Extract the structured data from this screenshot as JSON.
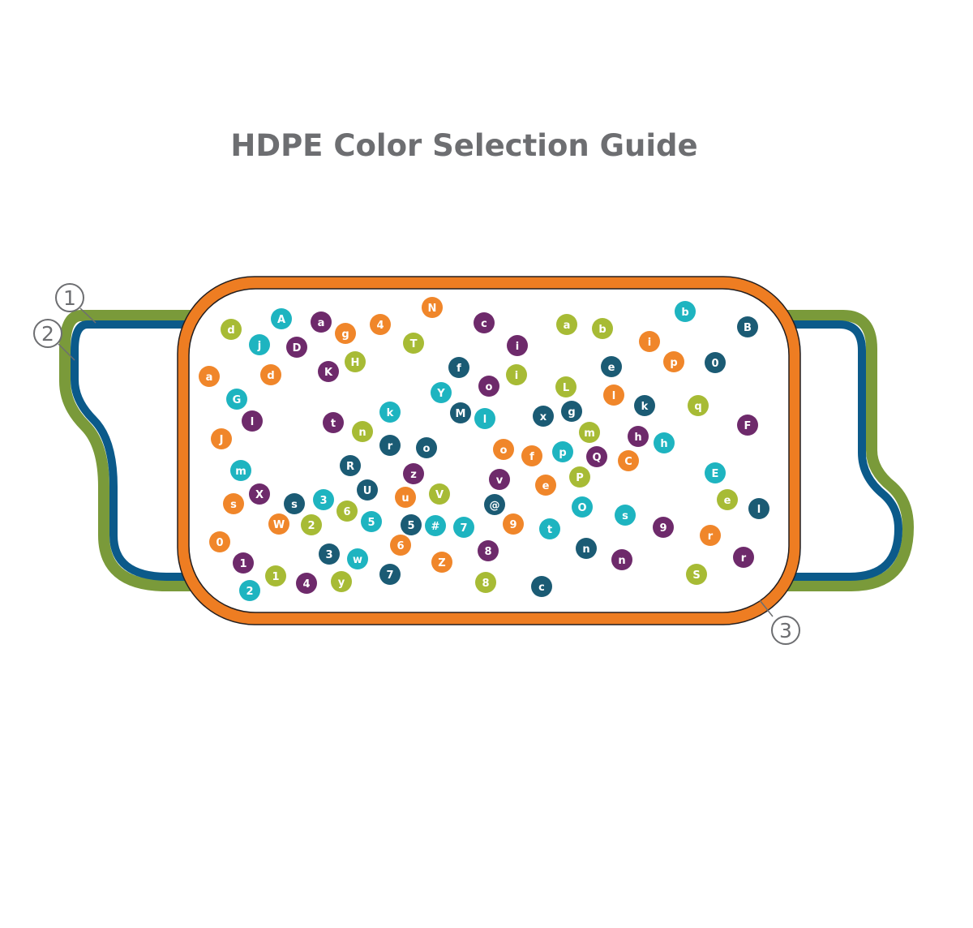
{
  "title": "HDPE Color Selection Guide",
  "colors": {
    "green": "#7a9a3a",
    "blue": "#0b5a8a",
    "orange": "#ee7d22",
    "outline": "#231f20",
    "c_orange": "#f0862a",
    "c_purple": "#6e2a6b",
    "c_teal": "#1eb4c0",
    "c_navy": "#1b5b74",
    "c_lime": "#a7bb35"
  },
  "callouts": [
    "1",
    "2",
    "3"
  ],
  "chips": [
    {
      "t": "d",
      "c": "c_lime"
    },
    {
      "t": "A",
      "c": "c_teal"
    },
    {
      "t": "a",
      "c": "c_purple"
    },
    {
      "t": "g",
      "c": "c_orange"
    },
    {
      "t": "4",
      "c": "c_orange"
    },
    {
      "t": "N",
      "c": "c_orange"
    },
    {
      "t": "c",
      "c": "c_purple"
    },
    {
      "t": "a",
      "c": "c_lime"
    },
    {
      "t": "b",
      "c": "c_lime"
    },
    {
      "t": "b",
      "c": "c_teal"
    },
    {
      "t": "B",
      "c": "c_navy"
    },
    {
      "t": "j",
      "c": "c_teal"
    },
    {
      "t": "D",
      "c": "c_purple"
    },
    {
      "t": "T",
      "c": "c_lime"
    },
    {
      "t": "i",
      "c": "c_purple"
    },
    {
      "t": "i",
      "c": "c_orange"
    },
    {
      "t": "p",
      "c": "c_orange"
    },
    {
      "t": "0",
      "c": "c_navy"
    },
    {
      "t": "a",
      "c": "c_orange"
    },
    {
      "t": "d",
      "c": "c_orange"
    },
    {
      "t": "K",
      "c": "c_purple"
    },
    {
      "t": "H",
      "c": "c_lime"
    },
    {
      "t": "f",
      "c": "c_navy"
    },
    {
      "t": "e",
      "c": "c_navy"
    },
    {
      "t": "i",
      "c": "c_lime"
    },
    {
      "t": "o",
      "c": "c_purple"
    },
    {
      "t": "L",
      "c": "c_lime"
    },
    {
      "t": "G",
      "c": "c_teal"
    },
    {
      "t": "Y",
      "c": "c_teal"
    },
    {
      "t": "l",
      "c": "c_orange"
    },
    {
      "t": "k",
      "c": "c_navy"
    },
    {
      "t": "q",
      "c": "c_lime"
    },
    {
      "t": "l",
      "c": "c_purple"
    },
    {
      "t": "k",
      "c": "c_teal"
    },
    {
      "t": "M",
      "c": "c_navy"
    },
    {
      "t": "l",
      "c": "c_teal"
    },
    {
      "t": "x",
      "c": "c_navy"
    },
    {
      "t": "g",
      "c": "c_navy"
    },
    {
      "t": "t",
      "c": "c_purple"
    },
    {
      "t": "n",
      "c": "c_lime"
    },
    {
      "t": "m",
      "c": "c_lime"
    },
    {
      "t": "F",
      "c": "c_purple"
    },
    {
      "t": "J",
      "c": "c_orange"
    },
    {
      "t": "r",
      "c": "c_navy"
    },
    {
      "t": "o",
      "c": "c_navy"
    },
    {
      "t": "h",
      "c": "c_purple"
    },
    {
      "t": "h",
      "c": "c_teal"
    },
    {
      "t": "o",
      "c": "c_orange"
    },
    {
      "t": "f",
      "c": "c_orange"
    },
    {
      "t": "p",
      "c": "c_teal"
    },
    {
      "t": "Q",
      "c": "c_purple"
    },
    {
      "t": "C",
      "c": "c_orange"
    },
    {
      "t": "m",
      "c": "c_teal"
    },
    {
      "t": "R",
      "c": "c_navy"
    },
    {
      "t": "z",
      "c": "c_purple"
    },
    {
      "t": "v",
      "c": "c_purple"
    },
    {
      "t": "P",
      "c": "c_lime"
    },
    {
      "t": "E",
      "c": "c_teal"
    },
    {
      "t": "X",
      "c": "c_purple"
    },
    {
      "t": "U",
      "c": "c_navy"
    },
    {
      "t": "u",
      "c": "c_orange"
    },
    {
      "t": "V",
      "c": "c_lime"
    },
    {
      "t": "e",
      "c": "c_orange"
    },
    {
      "t": "s",
      "c": "c_orange"
    },
    {
      "t": "s",
      "c": "c_navy"
    },
    {
      "t": "3",
      "c": "c_teal"
    },
    {
      "t": "6",
      "c": "c_lime"
    },
    {
      "t": "@",
      "c": "c_navy"
    },
    {
      "t": "O",
      "c": "c_teal"
    },
    {
      "t": "s",
      "c": "c_teal"
    },
    {
      "t": "e",
      "c": "c_lime"
    },
    {
      "t": "l",
      "c": "c_navy"
    },
    {
      "t": "W",
      "c": "c_orange"
    },
    {
      "t": "2",
      "c": "c_lime"
    },
    {
      "t": "5",
      "c": "c_teal"
    },
    {
      "t": "5",
      "c": "c_navy"
    },
    {
      "t": "#",
      "c": "c_teal"
    },
    {
      "t": "7",
      "c": "c_teal"
    },
    {
      "t": "9",
      "c": "c_orange"
    },
    {
      "t": "t",
      "c": "c_teal"
    },
    {
      "t": "9",
      "c": "c_purple"
    },
    {
      "t": "r",
      "c": "c_orange"
    },
    {
      "t": "0",
      "c": "c_orange"
    },
    {
      "t": "6",
      "c": "c_orange"
    },
    {
      "t": "n",
      "c": "c_navy"
    },
    {
      "t": "n",
      "c": "c_purple"
    },
    {
      "t": "r",
      "c": "c_purple"
    },
    {
      "t": "3",
      "c": "c_navy"
    },
    {
      "t": "w",
      "c": "c_teal"
    },
    {
      "t": "8",
      "c": "c_purple"
    },
    {
      "t": "1",
      "c": "c_purple"
    },
    {
      "t": "Z",
      "c": "c_orange"
    },
    {
      "t": "S",
      "c": "c_lime"
    },
    {
      "t": "1",
      "c": "c_lime"
    },
    {
      "t": "7",
      "c": "c_navy"
    },
    {
      "t": "2",
      "c": "c_teal"
    },
    {
      "t": "4",
      "c": "c_purple"
    },
    {
      "t": "y",
      "c": "c_lime"
    },
    {
      "t": "8",
      "c": "c_lime"
    },
    {
      "t": "c",
      "c": "c_navy"
    }
  ]
}
